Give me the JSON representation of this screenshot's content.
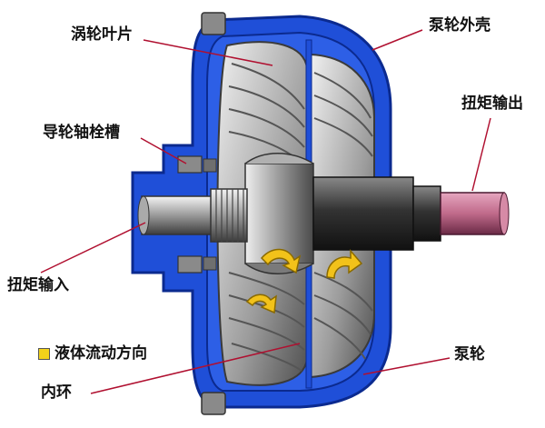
{
  "labels": {
    "turbine_blades": "涡轮叶片",
    "stator_shaft_groove": "导轮轴栓槽",
    "torque_input": "扭矩输入",
    "pump_housing": "泵轮外壳",
    "torque_output": "扭矩输出",
    "pump_impeller": "泵轮",
    "inner_ring": "内环"
  },
  "legend": {
    "flow_direction": "液体流动方向",
    "swatch_color": "#f2d21a"
  },
  "colors": {
    "housing_blue": "#1f4fd8",
    "housing_dark": "#0b2a8f",
    "output_shaft": "#c06a8a",
    "metal_light": "#c9c9c9",
    "metal_dark": "#6b6b6b",
    "leader_line": "#b01030",
    "flow_arrow": "#f2c21a"
  }
}
